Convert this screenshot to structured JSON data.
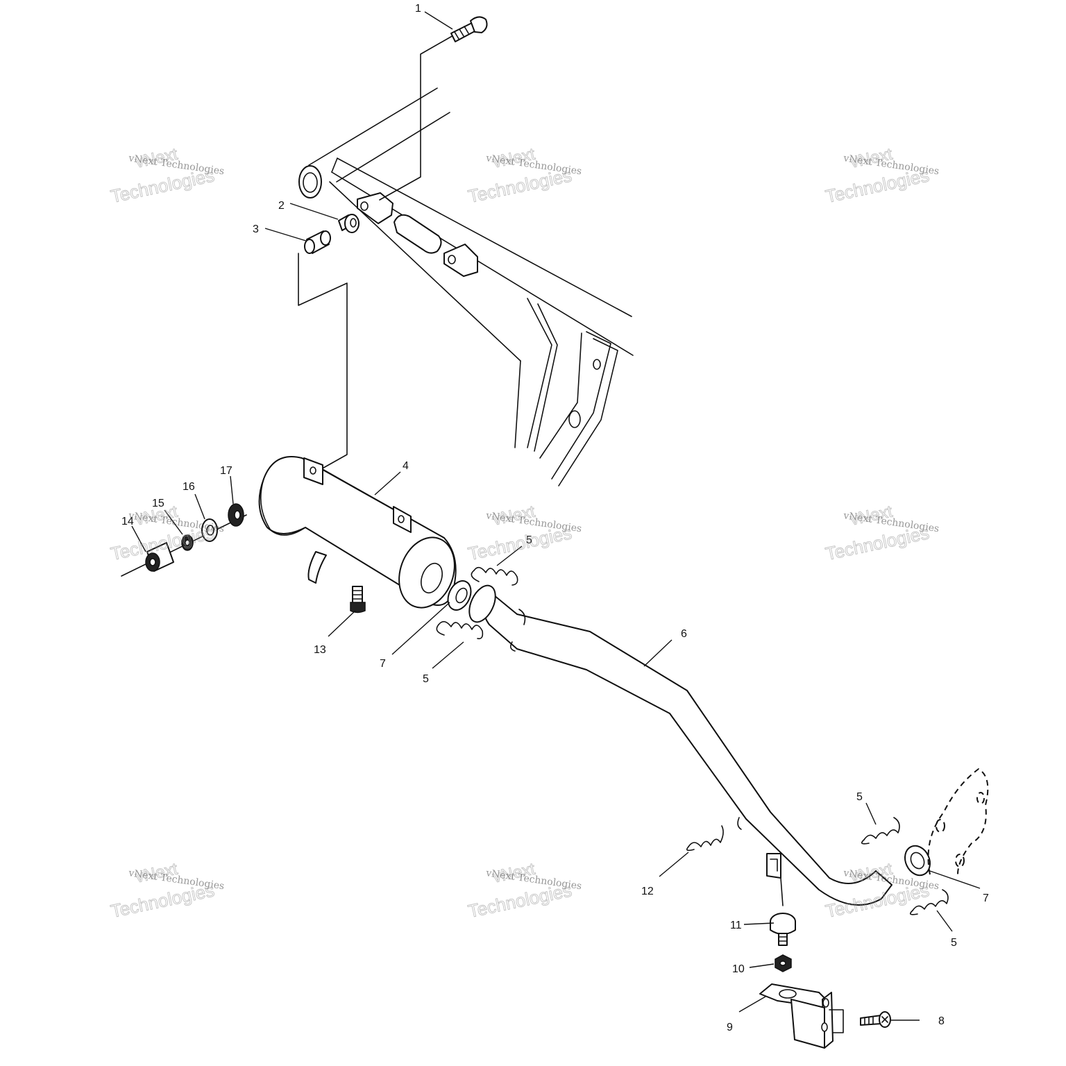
{
  "watermark": {
    "line_small": "vNext Technologies",
    "line_top": "vNext",
    "line_bottom": "Technologies",
    "color": "#999999"
  },
  "callouts": {
    "c1": "1",
    "c2": "2",
    "c3": "3",
    "c4": "4",
    "c5a": "5",
    "c5b": "5",
    "c5c": "5",
    "c5d": "5",
    "c6": "6",
    "c7a": "7",
    "c7b": "7",
    "c8": "8",
    "c9": "9",
    "c10": "10",
    "c11": "11",
    "c12": "12",
    "c13": "13",
    "c14": "14",
    "c15": "15",
    "c16": "16",
    "c17": "17"
  },
  "colors": {
    "line": "#111111",
    "background": "#ffffff"
  }
}
